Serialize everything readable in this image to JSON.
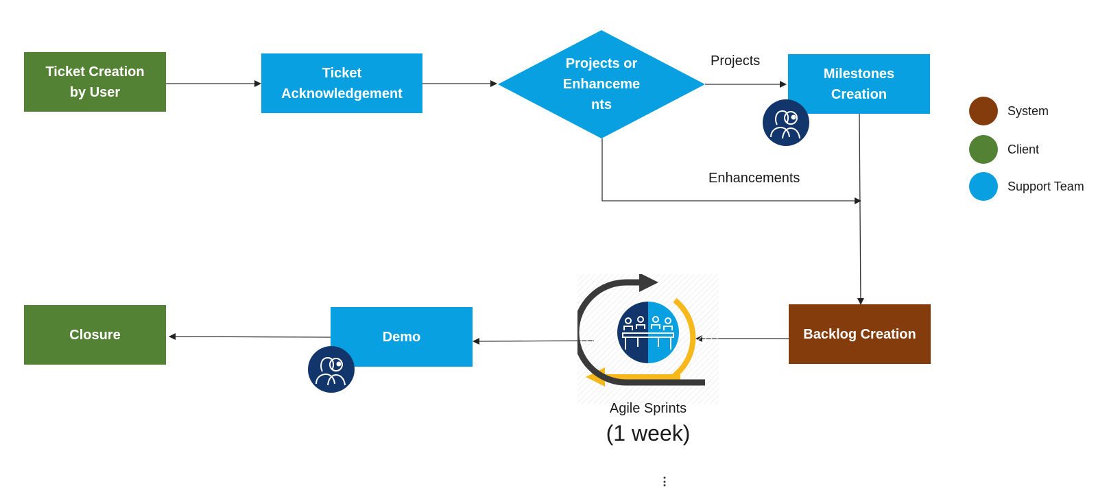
{
  "colors": {
    "system": "#843c0c",
    "client": "#548235",
    "support": "#08a0e0",
    "dark_blue": "#12366b",
    "arrow": "#333333",
    "sprint_yellow": "#f6b81a",
    "sprint_dark": "#3a3a3a"
  },
  "nodes": {
    "ticket_creation": [
      "Ticket Creation",
      "by User"
    ],
    "acknowledgement": [
      "Ticket",
      "Acknowledgement"
    ],
    "decision": [
      "Projects or",
      "Enhanceme",
      "nts"
    ],
    "milestones": [
      "Milestones",
      "Creation"
    ],
    "backlog": "Backlog Creation",
    "demo": "Demo",
    "closure": "Closure"
  },
  "edge_labels": {
    "projects": "Projects",
    "enhancements": "Enhancements"
  },
  "sprint": {
    "title": "Agile Sprints",
    "duration": "(1 week)",
    "icon": "agile-sprint-cycle-icon"
  },
  "icons": {
    "support_avatar": "support-team-avatar-icon"
  },
  "legend": [
    {
      "label": "System",
      "color": "#843c0c"
    },
    {
      "label": "Client",
      "color": "#548235"
    },
    {
      "label": "Support Team",
      "color": "#08a0e0"
    }
  ]
}
